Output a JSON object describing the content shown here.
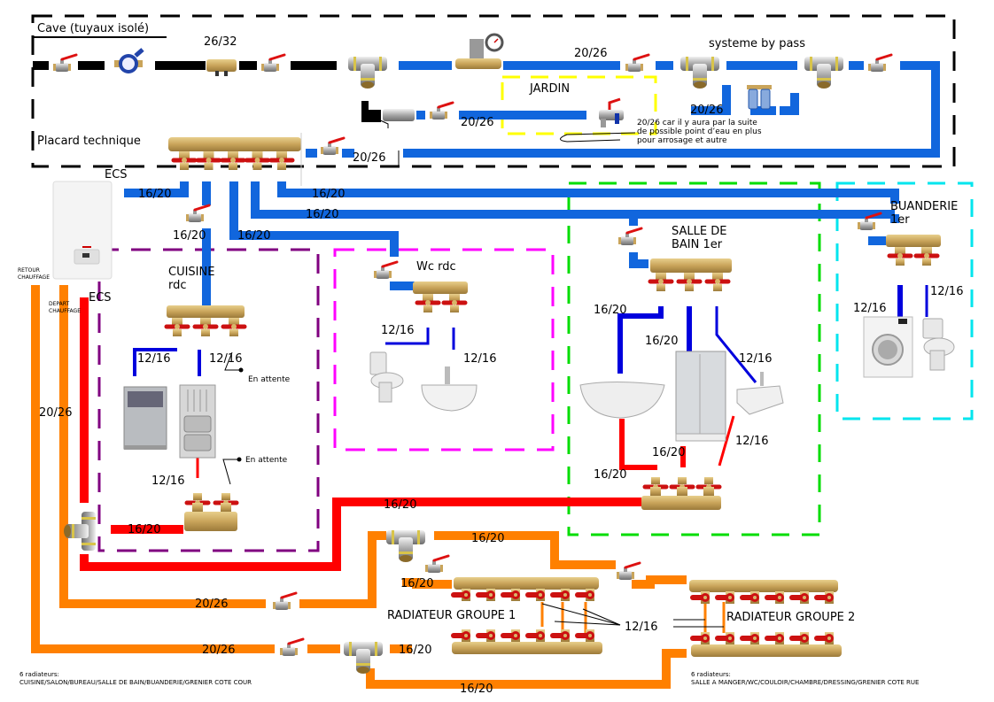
{
  "colors": {
    "cold_water": "#1166dd",
    "cold_branch": "#0000dd",
    "hot_water": "#ff0000",
    "heating": "#ff8000",
    "cave_pipe": "#000000",
    "zone_cave": "#000000",
    "zone_jardin": "#ffff00",
    "zone_cuisine": "#800080",
    "zone_wc": "#ff00ff",
    "zone_sdb": "#00dd00",
    "zone_buanderie": "#00e5ee",
    "brass": "#c9a45a",
    "valve_handle": "#cc1111"
  },
  "zones": {
    "cave": "Cave (tuyaux isolé)",
    "bypass": "systeme by pass",
    "jardin": "JARDIN",
    "placard": "Placard technique",
    "cuisine": [
      "CUISINE",
      "rdc"
    ],
    "wc": "Wc rdc",
    "sdb": [
      "SALLE DE",
      "BAIN 1er"
    ],
    "buanderie": [
      "BUANDERIE",
      "1er"
    ],
    "radiateur_g1": "RADIATEUR GROUPE 1",
    "radiateur_g2": "RADIATEUR GROUPE 2"
  },
  "boiler": {
    "ecs_top": "ECS",
    "ecs_side": "ECS",
    "retour": [
      "RETOUR",
      "CHAUFFAGE"
    ],
    "depart": [
      "DEPART",
      "CHAUFFAGE"
    ]
  },
  "pipe_labels": {
    "cave_main": "26/32",
    "supply_top": "20/26",
    "jardin_pipe": "20/26",
    "bypass_pipe": "20/26",
    "return_to_placard": "20/26",
    "ecs_out": "16/20",
    "cuisine_feed": "16/20",
    "feed_a": "16/20",
    "feed_b": "16/20",
    "feed_c": "16/20",
    "cuisine_dishwasher": "12/16",
    "cuisine_sink_cold": "12/16",
    "cuisine_sink_hot": "12/16",
    "cuisine_hot_feed": "16/20",
    "hot_main": "16/20",
    "wc_toilet": "12/16",
    "wc_basin": "12/16",
    "sdb_bath": "16/20",
    "sdb_shower": "16/20",
    "sdb_sink": "12/16",
    "sdb_sink_hot": "12/16",
    "sdb_shower_hot": "16/20",
    "sdb_bath_hot": "16/20",
    "buand_washer": "12/16",
    "buand_toilet": "12/16",
    "heat_retour": "20/26",
    "heat_depart": "20/26",
    "heat_left_loop": "20/26",
    "g1_top": "16/20",
    "g1_top_in": "16/20",
    "g1_bottom_in": "16/20",
    "g_bottom_link": "16/20",
    "radiator_branch": "12/16"
  },
  "notes": {
    "jardin_note": [
      "20/26 car il y aura par la suite",
      "de possible point d’eau en plus",
      "pour arrosage et autre"
    ],
    "en_attente_1": "En attente",
    "en_attente_2": "En attente",
    "group1_rooms": [
      "6 radiateurs:",
      "CUISINE/SALON/BUREAU/SALLE DE BAIN/BUANDERIE/GRENIER COTE COUR"
    ],
    "group2_rooms": [
      "6 radiateurs:",
      "SALLE A MANGER/WC/COULOIR/CHAMBRE/DRESSING/GRENIER COTE RUE"
    ]
  },
  "manifolds": {
    "placard_outlets": 5,
    "cuisine_cold_outlets": 3,
    "cuisine_hot_outlets": 2,
    "wc_outlets": 2,
    "sdb_cold_outlets": 3,
    "sdb_hot_outlets": 3,
    "buanderie_outlets": 2,
    "radiator_group1_outlets": 6,
    "radiator_group2_outlets": 6
  },
  "fixtures": {
    "cuisine": [
      "dishwasher",
      "double-sink"
    ],
    "wc": [
      "toilet",
      "washbasin"
    ],
    "sdb": [
      "bathtub",
      "shower-cabin",
      "sink"
    ],
    "buanderie": [
      "washing-machine",
      "toilet"
    ]
  }
}
